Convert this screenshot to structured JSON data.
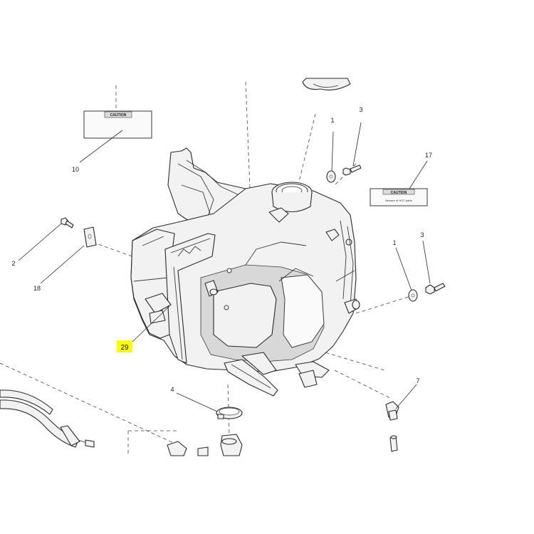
{
  "callouts": {
    "c3_top": "3",
    "c1_top": "1",
    "c17": "17",
    "c10": "10",
    "c2": "2",
    "c18": "18",
    "c1_right": "1",
    "c3_right": "3",
    "c29": "29",
    "c4": "4",
    "c7": "7"
  },
  "labels": {
    "caution_left": "CAUTION",
    "caution_right": "CAUTION",
    "caution_right_sub": "Beware of HOT parts"
  },
  "colors": {
    "highlight": "#ffff00",
    "line": "#2a2a2a"
  }
}
